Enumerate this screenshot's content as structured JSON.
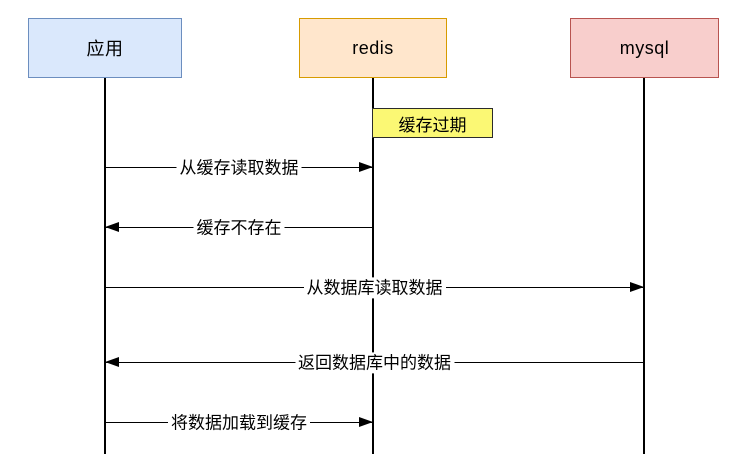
{
  "diagram": {
    "type": "sequence",
    "actors": [
      {
        "label": "应用",
        "fill": "#DAE8FC",
        "border": "#6C8EBF"
      },
      {
        "label": "redis",
        "fill": "#FFE6CC",
        "border": "#D79B00"
      },
      {
        "label": "mysql",
        "fill": "#F8CECC",
        "border": "#B85450"
      }
    ],
    "note": {
      "label": "缓存过期",
      "fill": "#FBF874",
      "border": "#2B2B2B",
      "attached_to": "redis"
    },
    "messages": [
      {
        "from": "应用",
        "to": "redis",
        "direction": "right",
        "label": "从缓存读取数据"
      },
      {
        "from": "redis",
        "to": "应用",
        "direction": "left",
        "label": "缓存不存在"
      },
      {
        "from": "应用",
        "to": "mysql",
        "direction": "right",
        "label": "从数据库读取数据"
      },
      {
        "from": "mysql",
        "to": "应用",
        "direction": "left",
        "label": "返回数据库中的数据"
      },
      {
        "from": "应用",
        "to": "redis",
        "direction": "right",
        "label": "将数据加载到缓存"
      }
    ]
  }
}
